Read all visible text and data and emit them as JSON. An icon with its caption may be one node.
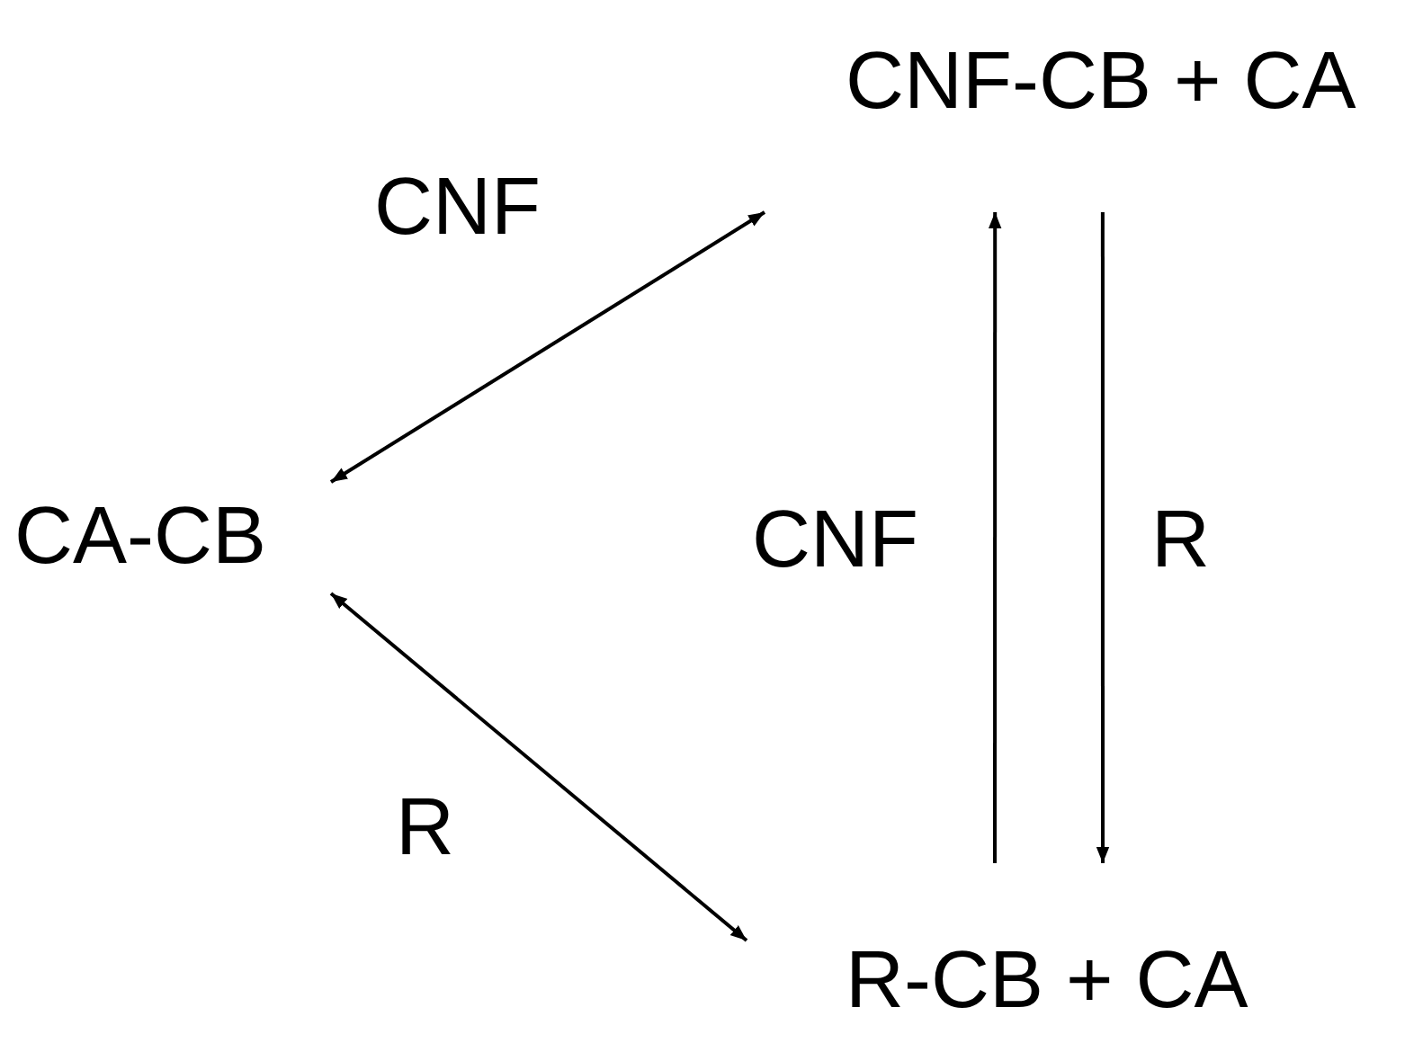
{
  "diagram": {
    "nodes": [
      {
        "text": [
          "CA-CB"
        ]
      },
      {
        "text": [
          "CNF-CB + CA"
        ]
      },
      {
        "text": [
          "R-CB + CA"
        ]
      }
    ],
    "edges": [
      {
        "from": 0,
        "to": 1,
        "arrow": "both",
        "label": "CNF"
      },
      {
        "from": 0,
        "to": 2,
        "arrow": "both",
        "label": "R"
      },
      {
        "from": 2,
        "to": 1,
        "arrow": "to",
        "label": "CNF"
      },
      {
        "from": 1,
        "to": 2,
        "arrow": "to",
        "label": "R"
      }
    ]
  }
}
